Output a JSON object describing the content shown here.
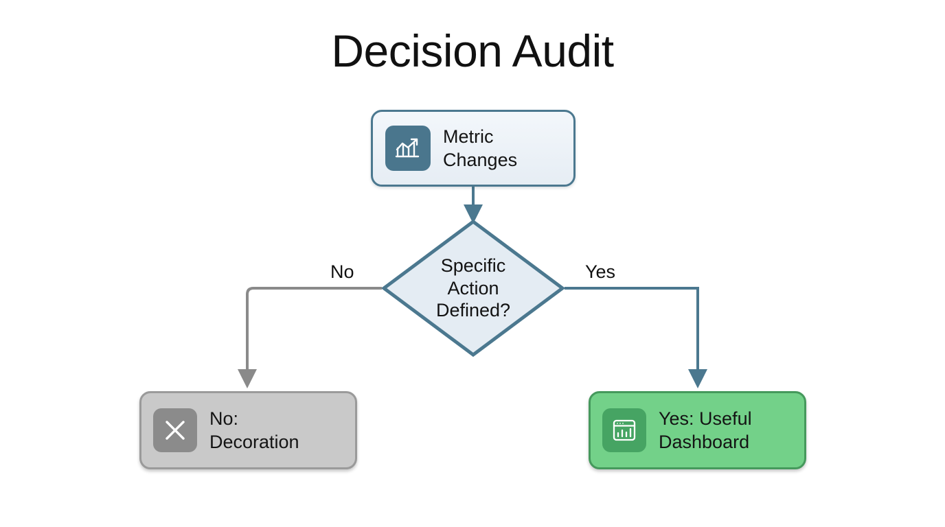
{
  "diagram": {
    "title": "Decision Audit",
    "type": "flowchart",
    "background_color": "#ffffff",
    "nodes": [
      {
        "id": "metric-changes",
        "label": "Metric\nChanges",
        "shape": "rounded-rectangle",
        "icon": "chart-trend-up-icon",
        "fill_color": "#eaf1f7",
        "border_color": "#4b788f",
        "icon_box_color": "#4a768d",
        "text_color": "#141414"
      },
      {
        "id": "decision",
        "label": "Specific\nAction\nDefined?",
        "shape": "diamond",
        "fill_color": "#e4ecf3",
        "border_color": "#4b788f",
        "text_color": "#121212"
      },
      {
        "id": "no-decoration",
        "label": "No:\nDecoration",
        "shape": "rounded-rectangle",
        "icon": "close-x-icon",
        "fill_color": "#c9c9c9",
        "border_color": "#9a9a9a",
        "icon_box_color": "#8b8b8b",
        "text_color": "#141414"
      },
      {
        "id": "yes-dashboard",
        "label": "Yes: Useful\nDashboard",
        "shape": "rounded-rectangle",
        "icon": "dashboard-window-icon",
        "fill_color": "#73d189",
        "border_color": "#45995c",
        "icon_box_color": "#46a463",
        "text_color": "#141414"
      }
    ],
    "edges": [
      {
        "id": "metric-to-decision",
        "from": "metric-changes",
        "to": "decision",
        "label": "",
        "color": "#4b788f"
      },
      {
        "id": "decision-to-no",
        "from": "decision",
        "to": "no-decoration",
        "label": "No",
        "color": "#8a8a8a"
      },
      {
        "id": "decision-to-yes",
        "from": "decision",
        "to": "yes-dashboard",
        "label": "Yes",
        "color": "#4b788f"
      }
    ]
  }
}
